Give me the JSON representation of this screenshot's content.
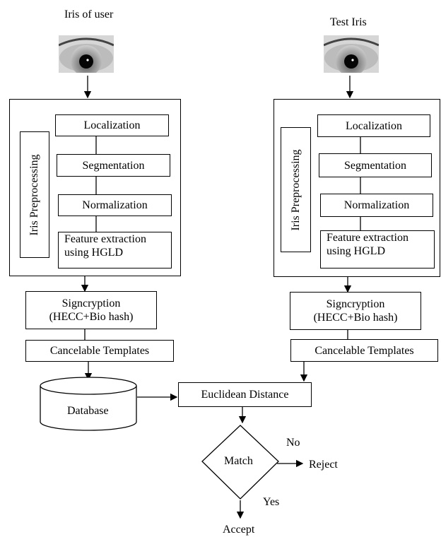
{
  "left": {
    "title": "Iris of user",
    "steps": [
      "Localization",
      "Segmentation",
      "Normalization"
    ],
    "feature": [
      "Feature extraction",
      "using HGLD"
    ],
    "preprocessing_label": "Iris Preprocessing",
    "signcryption": [
      "Signcryption",
      "(HECC+Bio hash)"
    ],
    "templates": "Cancelable Templates",
    "database": "Database"
  },
  "right": {
    "title": "Test Iris",
    "steps": [
      "Localization",
      "Segmentation",
      "Normalization"
    ],
    "feature": [
      "Feature extraction",
      "using HGLD"
    ],
    "preprocessing_label": "Iris Preprocessing",
    "signcryption": [
      "Signcryption",
      "(HECC+Bio hash)"
    ],
    "templates": "Cancelable Templates"
  },
  "bottom": {
    "euclidean": "Euclidean Distance",
    "match": "Match",
    "no": "No",
    "reject": "Reject",
    "yes": "Yes",
    "accept": "Accept"
  },
  "icons": {
    "eye_image": "eye-icon"
  }
}
